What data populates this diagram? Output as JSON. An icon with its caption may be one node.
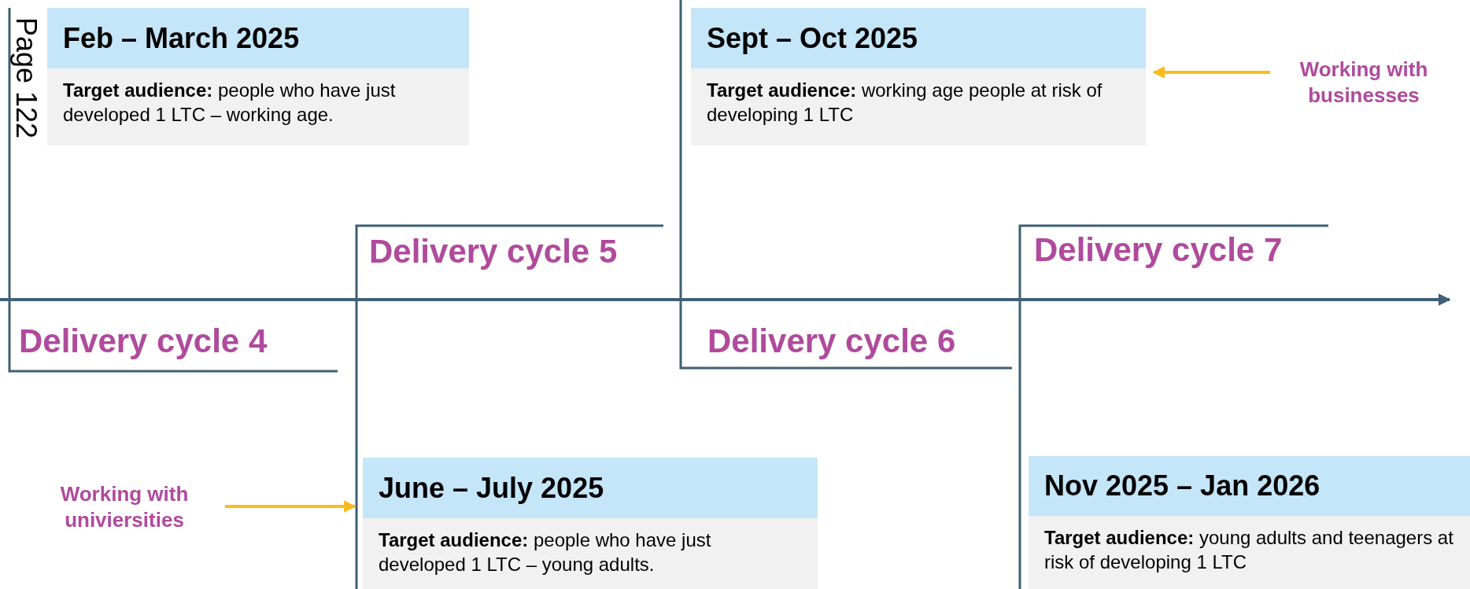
{
  "diagram": {
    "nodes": [
      {
        "text": [
          "Feb – March 2025",
          "**Target audience:** people who have just developed 1 LTC – working age."
        ]
      },
      {
        "text": [
          "Sept – Oct 2025",
          "**Target audience:** working age people at risk of developing 1 LTC"
        ]
      },
      {
        "text": [
          "Working with businesses"
        ]
      },
      {
        "text": [
          "Working with univiersities"
        ]
      },
      {
        "text": [
          "June – July 2025",
          "**Target audience:** people who have just developed 1 LTC – young adults."
        ]
      },
      {
        "text": [
          "Nov 2025 – Jan 2026",
          "**Target audience:** young adults and teenagers at risk of developing 1 LTC"
        ]
      }
    ],
    "edges": [
      {
        "from": 2,
        "to": 1,
        "arrow": "to"
      },
      {
        "from": 3,
        "to": 4,
        "arrow": "to"
      }
    ],
    "labels": [
      "Page 122",
      "Delivery cycle 5",
      "Delivery cycle 7",
      "Delivery cycle 4",
      "Delivery cycle 6"
    ]
  }
}
